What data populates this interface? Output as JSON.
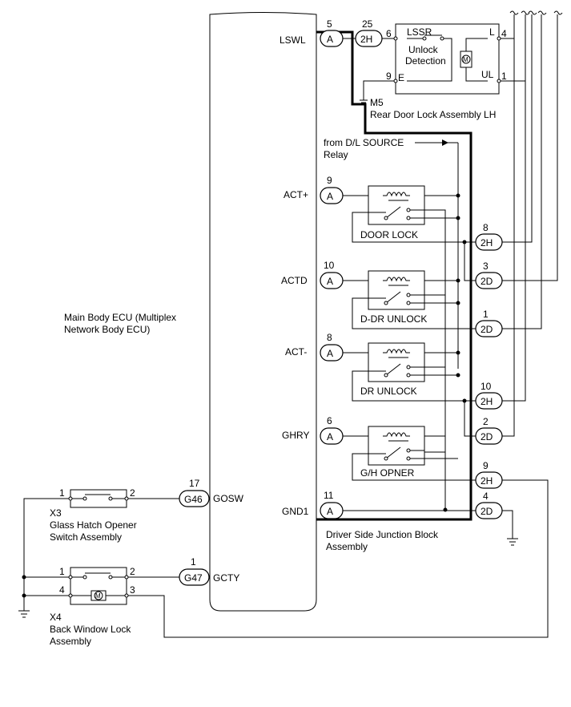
{
  "ecu": {
    "title_line1": "Main Body ECU (Multiplex",
    "title_line2": "Network Body ECU)",
    "pins": {
      "lswl": "LSWL",
      "act_plus": "ACT+",
      "actd": "ACTD",
      "act_minus": "ACT-",
      "ghry": "GHRY",
      "gnd1": "GND1",
      "gosw": "GOSW",
      "gcty": "GCTY"
    }
  },
  "connectors": {
    "a_5": {
      "label": "A",
      "pin": "5"
    },
    "a_9": {
      "label": "A",
      "pin": "9"
    },
    "a_10": {
      "label": "A",
      "pin": "10"
    },
    "a_8": {
      "label": "A",
      "pin": "8"
    },
    "a_6": {
      "label": "A",
      "pin": "6"
    },
    "a_11": {
      "label": "A",
      "pin": "11"
    },
    "h2_25": {
      "label": "2H",
      "pin": "25"
    },
    "h2_8": {
      "label": "2H",
      "pin": "8"
    },
    "d2_3": {
      "label": "2D",
      "pin": "3"
    },
    "d2_1": {
      "label": "2D",
      "pin": "1"
    },
    "h2_10": {
      "label": "2H",
      "pin": "10"
    },
    "d2_2": {
      "label": "2D",
      "pin": "2"
    },
    "h2_9": {
      "label": "2H",
      "pin": "9"
    },
    "d2_4": {
      "label": "2D",
      "pin": "4"
    },
    "g46_17": {
      "label": "G46",
      "pin": "17"
    },
    "g47_1": {
      "label": "G47",
      "pin": "1"
    }
  },
  "rear_door": {
    "lssr": "LSSR",
    "unlock_line1": "Unlock",
    "unlock_line2": "Detection",
    "e": "E",
    "l": "L",
    "ul": "UL",
    "pin6": "6",
    "pin9": "9",
    "pin4": "4",
    "pin1": "1",
    "code": "M5",
    "name": "Rear Door Lock Assembly LH",
    "motor": "M"
  },
  "junction_block": {
    "source_line1": "from D/L SOURCE",
    "source_line2": "Relay",
    "relays": {
      "door_lock": "DOOR LOCK",
      "ddr_unlock": "D-DR UNLOCK",
      "dr_unlock": "DR UNLOCK",
      "gh_opener": "G/H OPNER"
    },
    "name_line1": "Driver Side Junction Block",
    "name_line2": "Assembly"
  },
  "x3": {
    "code": "X3",
    "name_line1": "Glass Hatch Opener",
    "name_line2": "Switch Assembly",
    "pin1": "1",
    "pin2": "2"
  },
  "x4": {
    "code": "X4",
    "name_line1": "Back Window Lock",
    "name_line2": "Assembly",
    "pin1": "1",
    "pin2": "2",
    "pin3": "3",
    "pin4": "4",
    "motor": "M"
  }
}
